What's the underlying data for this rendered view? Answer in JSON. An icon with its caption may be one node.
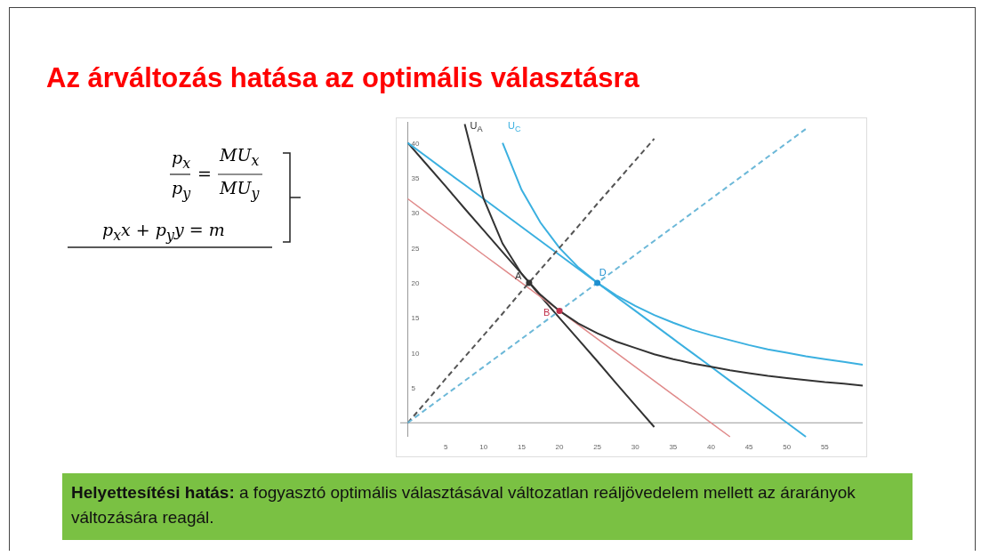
{
  "diagram": {
    "title": "Az árváltozás hatása az optimális választásra",
    "nodes": [
      {
        "text": [
          "**Helyettesítési hatás:** a fogyasztó optimális választásával változatlan reáljövedelem mellett az árarányok változására reagál."
        ]
      }
    ],
    "edges": [],
    "labels": [
      "p$_{x}$",
      "MU$_{x}$",
      "p$_{y}$",
      "=",
      "MU$_{y}$",
      "p$_{x}$x + p$_{y}$y = m"
    ],
    "chart_data": {
      "type": "line",
      "x": [
        0,
        2.5,
        5,
        7.5,
        10,
        12.5,
        15,
        17.5,
        20,
        22.5,
        25,
        27.5,
        30,
        32.5,
        35,
        37.5,
        40,
        42.5,
        45,
        47.5,
        50,
        52.5,
        55,
        57.5,
        60
      ],
      "series": [
        {
          "color": "#333333",
          "values": [
            40,
            36.9,
            33.8,
            30.6,
            27.5,
            24.4,
            21.3,
            18.1,
            15,
            11.9,
            8.8,
            5.6,
            2.5,
            -0.6,
            null,
            null,
            null,
            null,
            null,
            null,
            null,
            null,
            null,
            null,
            null
          ]
        },
        {
          "color": "#3bb0e0",
          "values": [
            40,
            38,
            36,
            34,
            32,
            30,
            28,
            26,
            24,
            22,
            20,
            18,
            16,
            14,
            12,
            10,
            8,
            6,
            4,
            2,
            0,
            -2,
            null,
            null,
            null
          ]
        },
        {
          "color": "#e08a8a",
          "values": [
            32,
            30,
            28,
            26,
            24,
            22,
            20,
            18,
            16,
            14,
            12,
            10,
            8,
            6,
            4,
            2,
            0,
            -2,
            null,
            null,
            null,
            null,
            null,
            null,
            null
          ]
        },
        {
          "name": "U$_{A}$",
          "color": "#333333",
          "values": [
            null,
            null,
            null,
            42.7,
            32,
            25.6,
            21.3,
            18.3,
            16,
            14.2,
            12.8,
            11.6,
            10.7,
            9.8,
            9.1,
            8.5,
            8,
            7.5,
            7.1,
            6.7,
            6.4,
            6.1,
            5.8,
            5.6,
            5.3
          ]
        },
        {
          "name": "U$_{C}$",
          "color": "#3bb0e0",
          "values": [
            null,
            null,
            null,
            null,
            null,
            40,
            33.3,
            28.6,
            25,
            22.2,
            20,
            18.2,
            16.7,
            15.4,
            14.3,
            13.3,
            12.5,
            11.8,
            11.1,
            10.5,
            10,
            9.5,
            9.1,
            8.7,
            8.3
          ]
        },
        {
          "color": "#555555",
          "line_style": "dashed",
          "values": [
            0,
            3.1,
            6.3,
            9.4,
            12.5,
            15.6,
            18.8,
            21.9,
            25,
            28.1,
            31.3,
            34.4,
            37.5,
            40.6,
            null,
            null,
            null,
            null,
            null,
            null,
            null,
            null,
            null,
            null,
            null
          ]
        },
        {
          "color": "#6cb8d8",
          "line_style": "dashed",
          "values": [
            0,
            2,
            4,
            6,
            8,
            10,
            12,
            14,
            16,
            18,
            20,
            22,
            24,
            26,
            28,
            30,
            32,
            34,
            36,
            38,
            40,
            42,
            null,
            null,
            null
          ]
        }
      ],
      "xlim": [
        -1,
        60
      ],
      "ylim": [
        -2,
        43
      ],
      "xticks": [
        5,
        10,
        15,
        20,
        25,
        30,
        35,
        40,
        45,
        50,
        55
      ],
      "yticks": [
        5,
        10,
        15,
        20,
        25,
        30,
        35,
        40
      ],
      "annotations": [
        {
          "text": "A",
          "x": 16,
          "y": 20
        },
        {
          "text": "B",
          "x": 20,
          "y": 16
        },
        {
          "text": "D",
          "x": 25,
          "y": 20
        }
      ]
    }
  }
}
